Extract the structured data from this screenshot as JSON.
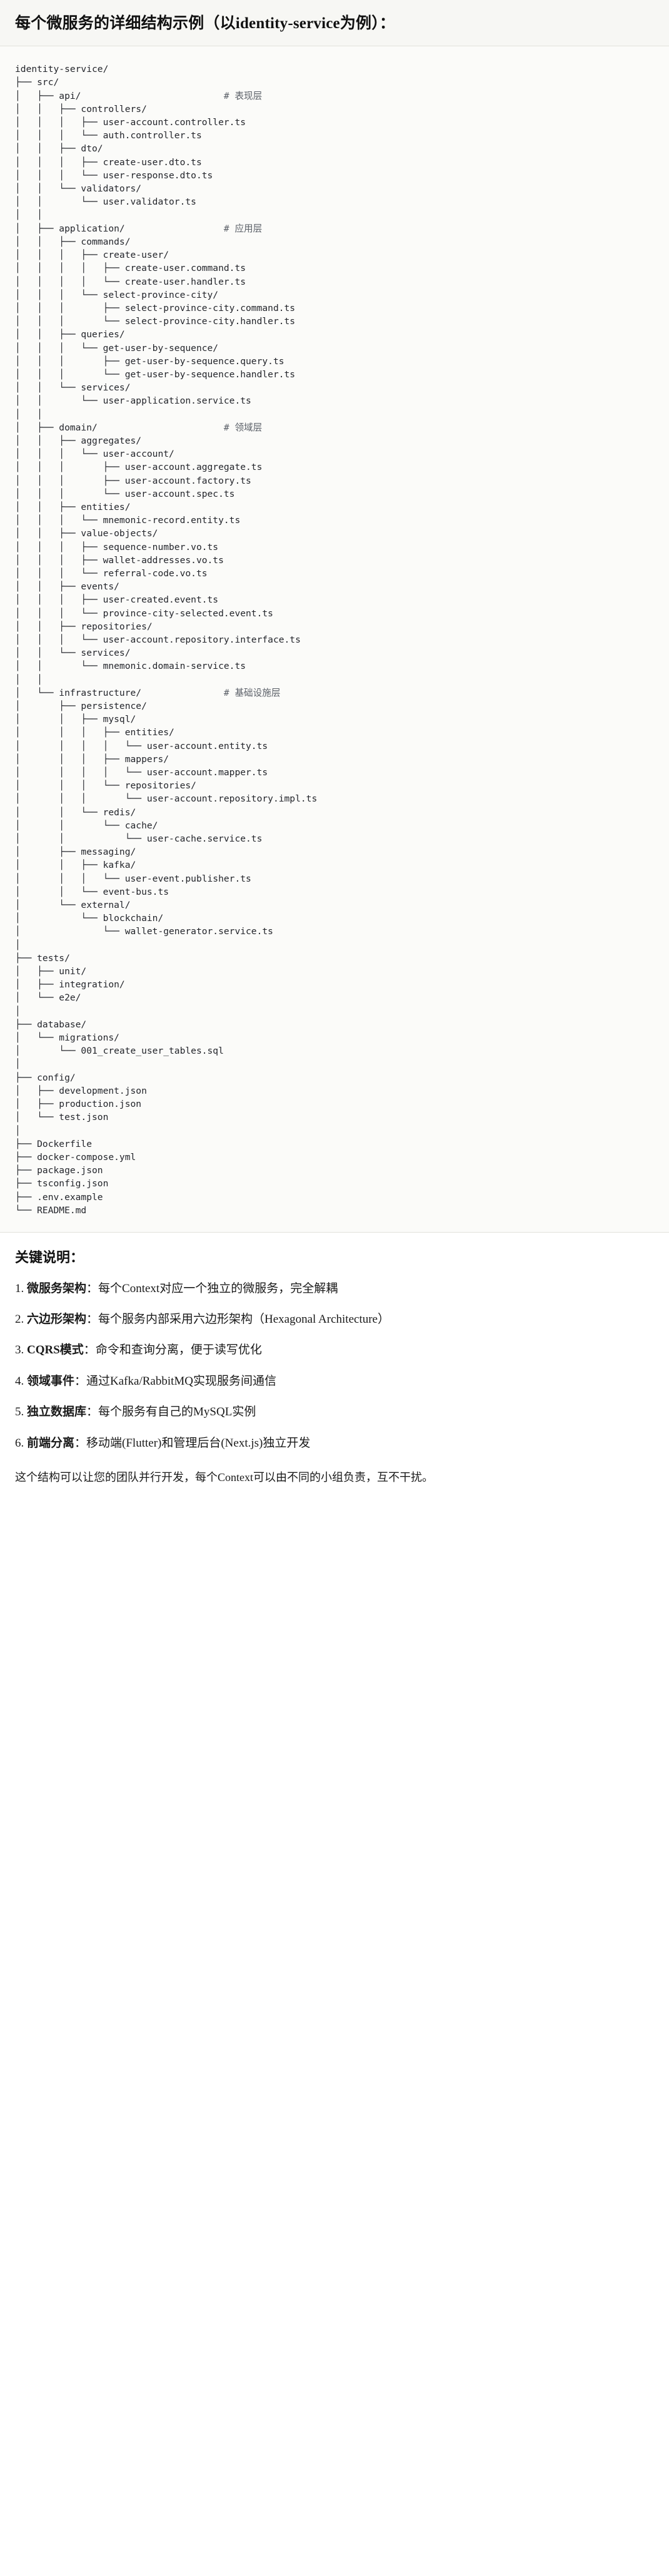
{
  "header": {
    "title": "每个微服务的详细结构示例（以identity-service为例）："
  },
  "tree": {
    "root_label": "identity-service/",
    "comments": {
      "api": "# 表现层",
      "application": "# 应用层",
      "domain": "# 领域层",
      "infrastructure": "# 基础设施层"
    },
    "text": "identity-service/\n├── src/\n│   ├── api/                          # 表现层\n│   │   ├── controllers/\n│   │   │   ├── user-account.controller.ts\n│   │   │   └── auth.controller.ts\n│   │   ├── dto/\n│   │   │   ├── create-user.dto.ts\n│   │   │   └── user-response.dto.ts\n│   │   └── validators/\n│   │       └── user.validator.ts\n│   │\n│   ├── application/                  # 应用层\n│   │   ├── commands/\n│   │   │   ├── create-user/\n│   │   │   │   ├── create-user.command.ts\n│   │   │   │   └── create-user.handler.ts\n│   │   │   └── select-province-city/\n│   │   │       ├── select-province-city.command.ts\n│   │   │       └── select-province-city.handler.ts\n│   │   ├── queries/\n│   │   │   └── get-user-by-sequence/\n│   │   │       ├── get-user-by-sequence.query.ts\n│   │   │       └── get-user-by-sequence.handler.ts\n│   │   └── services/\n│   │       └── user-application.service.ts\n│   │\n│   ├── domain/                       # 领域层\n│   │   ├── aggregates/\n│   │   │   └── user-account/\n│   │   │       ├── user-account.aggregate.ts\n│   │   │       ├── user-account.factory.ts\n│   │   │       └── user-account.spec.ts\n│   │   ├── entities/\n│   │   │   └── mnemonic-record.entity.ts\n│   │   ├── value-objects/\n│   │   │   ├── sequence-number.vo.ts\n│   │   │   ├── wallet-addresses.vo.ts\n│   │   │   └── referral-code.vo.ts\n│   │   ├── events/\n│   │   │   ├── user-created.event.ts\n│   │   │   └── province-city-selected.event.ts\n│   │   ├── repositories/\n│   │   │   └── user-account.repository.interface.ts\n│   │   └── services/\n│   │       └── mnemonic.domain-service.ts\n│   │\n│   └── infrastructure/               # 基础设施层\n│       ├── persistence/\n│       │   ├── mysql/\n│       │   │   ├── entities/\n│       │   │   │   └── user-account.entity.ts\n│       │   │   ├── mappers/\n│       │   │   │   └── user-account.mapper.ts\n│       │   │   └── repositories/\n│       │   │       └── user-account.repository.impl.ts\n│       │   └── redis/\n│       │       └── cache/\n│       │           └── user-cache.service.ts\n│       ├── messaging/\n│       │   ├── kafka/\n│       │   │   └── user-event.publisher.ts\n│       │   └── event-bus.ts\n│       └── external/\n│           └── blockchain/\n│               └── wallet-generator.service.ts\n│\n├── tests/\n│   ├── unit/\n│   ├── integration/\n│   └── e2e/\n│\n├── database/\n│   └── migrations/\n│       └── 001_create_user_tables.sql\n│\n├── config/\n│   ├── development.json\n│   ├── production.json\n│   └── test.json\n│\n├── Dockerfile\n├── docker-compose.yml\n├── package.json\n├── tsconfig.json\n├── .env.example\n└── README.md"
  },
  "notes": {
    "title": "关键说明：",
    "items": [
      {
        "num": "1. ",
        "term": "微服务架构",
        "sep": "：",
        "body": "每个Context对应一个独立的微服务，完全解耦"
      },
      {
        "num": "2. ",
        "term": "六边形架构",
        "sep": "：",
        "body": "每个服务内部采用六边形架构（Hexagonal Architecture）"
      },
      {
        "num": "3. ",
        "term": "CQRS模式",
        "sep": "：",
        "body": "命令和查询分离，便于读写优化"
      },
      {
        "num": "4. ",
        "term": "领域事件",
        "sep": "：",
        "body": "通过Kafka/RabbitMQ实现服务间通信"
      },
      {
        "num": "5. ",
        "term": "独立数据库",
        "sep": "：",
        "body": "每个服务有自己的MySQL实例"
      },
      {
        "num": "6. ",
        "term": "前端分离",
        "sep": "：",
        "body": "移动端(Flutter)和管理后台(Next.js)独立开发"
      }
    ],
    "closing": "这个结构可以让您的团队并行开发，每个Context可以由不同的小组负责，互不干扰。"
  }
}
